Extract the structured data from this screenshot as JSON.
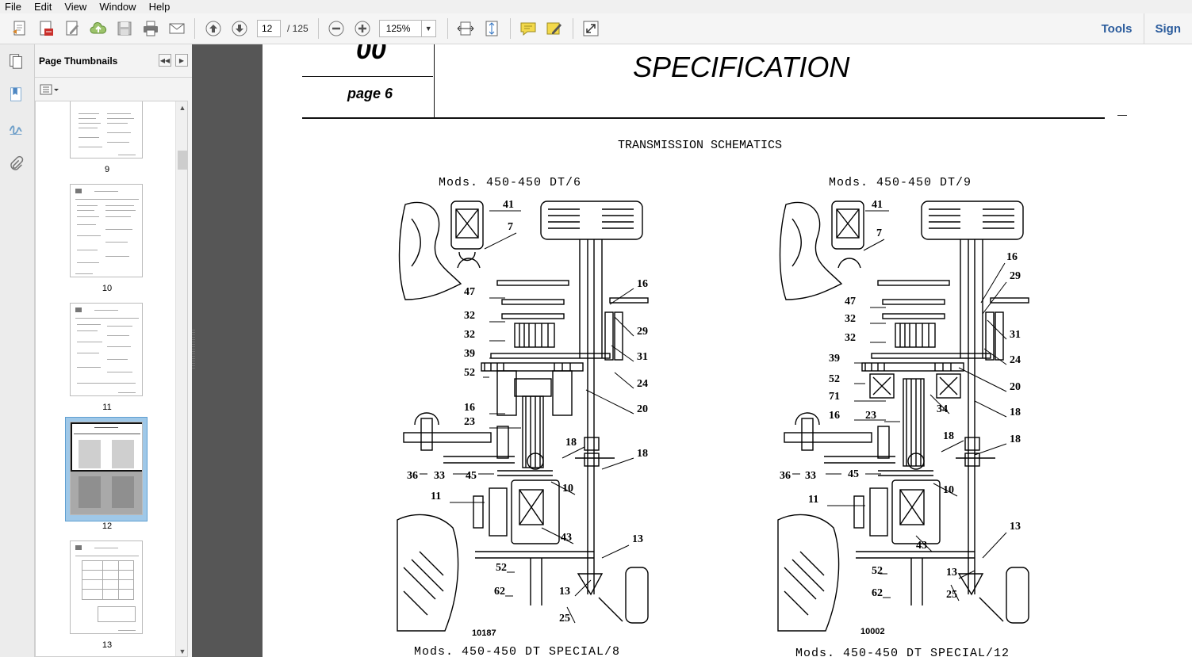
{
  "menu": [
    "File",
    "Edit",
    "View",
    "Window",
    "Help"
  ],
  "toolbar": {
    "page_current": "12",
    "page_total": "/ 125",
    "zoom": "125%",
    "tools_label": "Tools",
    "sign_label": "Sign"
  },
  "thumbnails": {
    "title": "Page Thumbnails",
    "pages": [
      "9",
      "10",
      "11",
      "12",
      "13"
    ],
    "selected": "12"
  },
  "document": {
    "section_number": "00",
    "page_label": "page 6",
    "heading": "SPECIFICATION",
    "subheading": "TRANSMISSION SCHEMATICS",
    "left_schematic": {
      "title": "Mods. 450-450 DT/6",
      "figure_number": "10187",
      "callouts": [
        "41",
        "7",
        "47",
        "32",
        "32",
        "39",
        "52",
        "16",
        "23",
        "36",
        "33",
        "45",
        "11",
        "52",
        "62",
        "16",
        "29",
        "31",
        "24",
        "20",
        "18",
        "18",
        "10",
        "43",
        "13",
        "13",
        "25"
      ]
    },
    "right_schematic": {
      "title": "Mods. 450-450 DT/9",
      "figure_number": "10002",
      "callouts": [
        "41",
        "7",
        "47",
        "32",
        "32",
        "39",
        "52",
        "71",
        "16",
        "23",
        "36",
        "33",
        "45",
        "11",
        "52",
        "62",
        "16",
        "29",
        "31",
        "24",
        "20",
        "18",
        "34",
        "18",
        "18",
        "10",
        "43",
        "13",
        "13",
        "25"
      ]
    },
    "bottom_left_caption": "Mods. 450-450 DT SPECIAL/8",
    "bottom_right_caption": "Mods. 450-450 DT SPECIAL/12"
  }
}
